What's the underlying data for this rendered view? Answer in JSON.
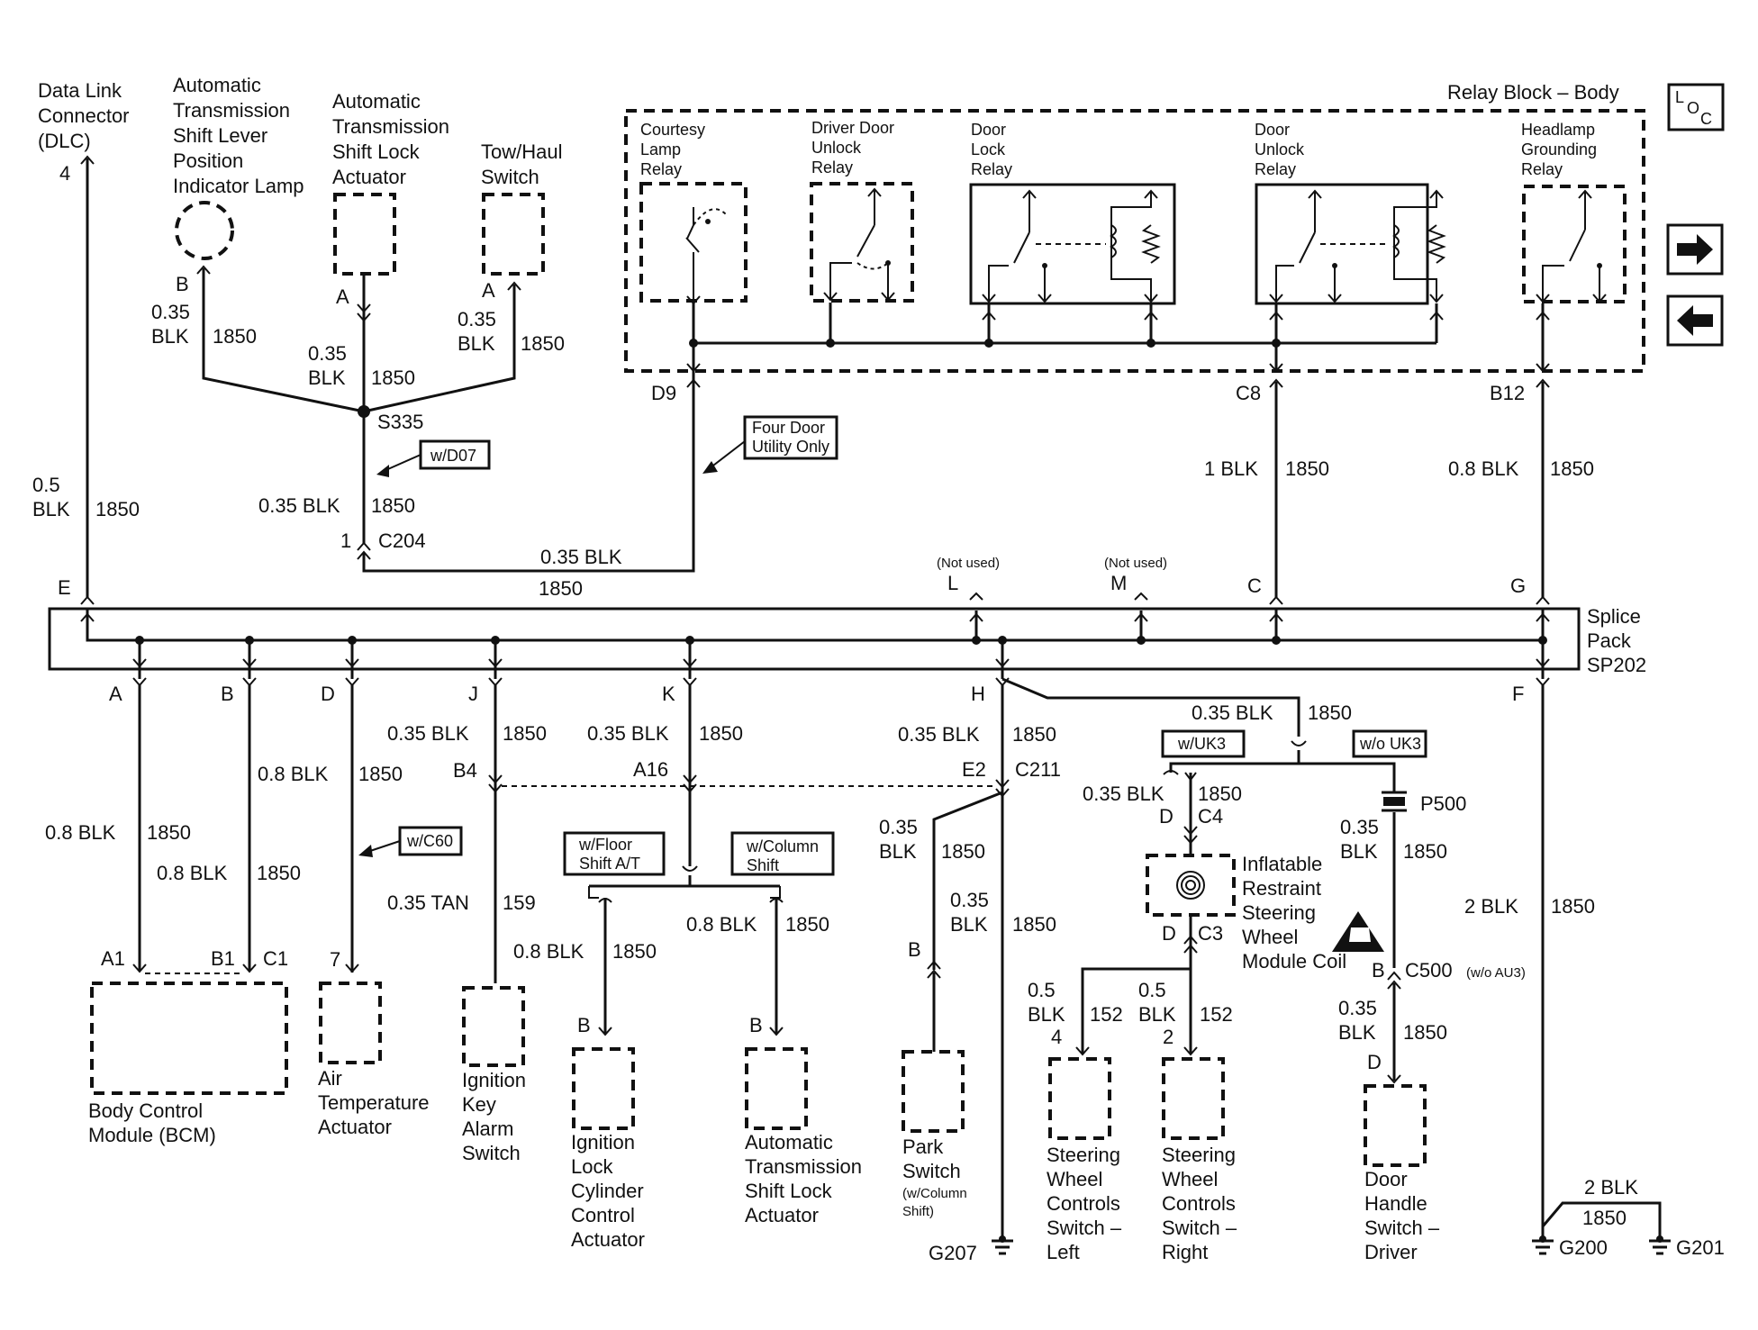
{
  "labels": {
    "dlc": [
      "Data Link",
      "Connector",
      "(DLC)"
    ],
    "shift_lever_lamp": [
      "Automatic",
      "Transmission",
      "Shift Lever",
      "Position",
      "Indicator Lamp"
    ],
    "shift_lock_top": [
      "Automatic",
      "Transmission",
      "Shift Lock",
      "Actuator"
    ],
    "tow_haul": [
      "Tow/Haul",
      "Switch"
    ],
    "relay_block": "Relay Block – Body",
    "loc": {
      "l": "L",
      "o": "O",
      "c": "C"
    },
    "courtesy_relay": [
      "Courtesy",
      "Lamp",
      "Relay"
    ],
    "driver_unlock_relay": [
      "Driver Door",
      "Unlock",
      "Relay"
    ],
    "door_lock_relay": [
      "Door",
      "Lock",
      "Relay"
    ],
    "door_unlock_relay": [
      "Door",
      "Unlock",
      "Relay"
    ],
    "headlamp_relay": [
      "Headlamp",
      "Grounding",
      "Relay"
    ],
    "splice_pack": [
      "Splice",
      "Pack",
      "SP202"
    ],
    "bcm": [
      "Body Control",
      "Module (BCM)"
    ],
    "air_temp": [
      "Air",
      "Temperature",
      "Actuator"
    ],
    "ign_key_alarm": [
      "Ignition",
      "Key",
      "Alarm",
      "Switch"
    ],
    "ign_lock_cyl": [
      "Ignition",
      "Lock",
      "Cylinder",
      "Control",
      "Actuator"
    ],
    "shift_lock_bottom": [
      "Automatic",
      "Transmission",
      "Shift Lock",
      "Actuator"
    ],
    "park_switch": [
      "Park",
      "Switch"
    ],
    "park_switch_note": [
      "(w/Column",
      "Shift)"
    ],
    "swc_left": [
      "Steering",
      "Wheel",
      "Controls",
      "Switch –",
      "Left"
    ],
    "swc_right": [
      "Steering",
      "Wheel",
      "Controls",
      "Switch –",
      "Right"
    ],
    "door_handle": [
      "Door",
      "Handle",
      "Switch –",
      "Driver"
    ],
    "inflatable": [
      "Inflatable",
      "Restraint",
      "Steering",
      "Wheel",
      "Module Coil"
    ],
    "not_used": "(Not used)"
  },
  "tags": {
    "d07": "w/D07",
    "four_door": [
      "Four Door",
      "Utility Only"
    ],
    "c60": "w/C60",
    "floor_shift": [
      "w/Floor",
      "Shift A/T"
    ],
    "column_shift": [
      "w/Column",
      "Shift"
    ],
    "uk3": "w/UK3",
    "wo_uk3": "w/o UK3"
  },
  "connectors": {
    "s335": "S335",
    "c204": "C204",
    "c204_pin": "1",
    "d9": "D9",
    "c8": "C8",
    "b12": "B12",
    "pin_e": "E",
    "pin_l": "L",
    "pin_m": "M",
    "pin_c": "C",
    "pin_g": "G",
    "pin_a": "A",
    "pin_b": "B",
    "pin_d": "D",
    "pin_j": "J",
    "pin_k": "K",
    "pin_h": "H",
    "pin_f": "F",
    "b4": "B4",
    "a16": "A16",
    "e2": "E2",
    "c211": "C211",
    "a1": "A1",
    "b1": "B1",
    "c1": "C1",
    "pin_7": "7",
    "dlc_pin": "4",
    "lamp_pin": "B",
    "shiftlock_pin": "A",
    "towhaul_pin": "A",
    "ign_lock_pin": "B",
    "shift_lock_b_pin": "B",
    "park_pin": "B",
    "c4": "C4",
    "c4_pin": "D",
    "c3": "C3",
    "c3_pin": "D",
    "p500": "P500",
    "c500": "C500",
    "c500_note": "(w/o AU3)",
    "c500_pin": "B",
    "swl_pin": "4",
    "swr_pin": "2",
    "door_pin": "D",
    "g207": "G207",
    "g200": "G200",
    "g201": "G201"
  },
  "wires": {
    "dlc": [
      "0.5",
      "BLK",
      "1850"
    ],
    "lamp": [
      "0.35",
      "BLK",
      "1850"
    ],
    "shiftlock": [
      "0.35",
      "BLK",
      "1850"
    ],
    "towhaul": [
      "0.35",
      "BLK",
      "1850"
    ],
    "s335_down": [
      "0.35 BLK",
      "1850"
    ],
    "c204_run": [
      "0.35 BLK",
      "1850"
    ],
    "c8": [
      "1 BLK",
      "1850"
    ],
    "b12": [
      "0.8 BLK",
      "1850"
    ],
    "pin_a": [
      "0.8 BLK",
      "1850"
    ],
    "pin_b": [
      "0.8 BLK",
      "1850"
    ],
    "pin_d": [
      "0.8 BLK",
      "1850"
    ],
    "pin_j": [
      "0.35 BLK",
      "1850"
    ],
    "pin_k": [
      "0.35 BLK",
      "1850"
    ],
    "pin_h": [
      "0.35 BLK",
      "1850"
    ],
    "ign_key": [
      "0.35 TAN",
      "159"
    ],
    "ign_lock": [
      "0.8 BLK",
      "1850"
    ],
    "shift_lock_b": [
      "0.8 BLK",
      "1850"
    ],
    "park": [
      "0.35",
      "BLK",
      "1850"
    ],
    "g207": [
      "0.35",
      "BLK",
      "1850"
    ],
    "h_branch": [
      "0.35 BLK",
      "1850"
    ],
    "coil": [
      "0.35 BLK",
      "1850"
    ],
    "swc_l": [
      "0.5",
      "BLK",
      "152"
    ],
    "swc_r": [
      "0.5",
      "BLK",
      "152"
    ],
    "p500": [
      "0.35",
      "BLK",
      "1850"
    ],
    "door": [
      "0.35",
      "BLK",
      "1850"
    ],
    "pin_f": [
      "2 BLK",
      "1850"
    ],
    "g200_g201": [
      "2 BLK",
      "1850"
    ]
  }
}
